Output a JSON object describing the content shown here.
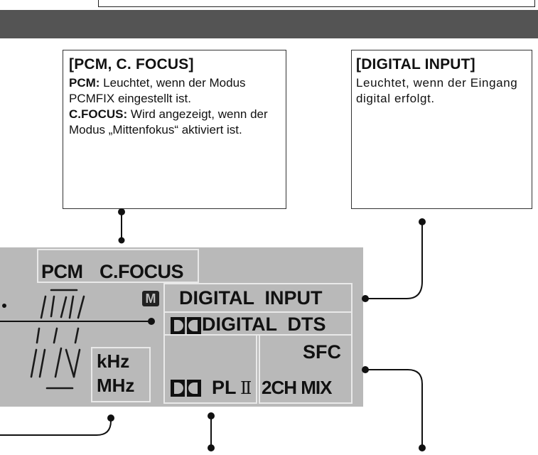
{
  "callout_pcm": {
    "title": "[PCM, C. FOCUS]",
    "pcm_label": "PCM:",
    "pcm_text": " Leuchtet, wenn der Modus PCMFIX eingestellt ist.",
    "cfocus_label": "C.FOCUS:",
    "cfocus_text": " Wird angezeigt, wenn der Modus „Mittenfokus“ aktiviert ist."
  },
  "callout_digital": {
    "title": "[DIGITAL INPUT]",
    "text": "Leuchtet, wenn der Eingang digital erfolgt."
  },
  "display": {
    "pcm": "PCM",
    "cfocus": "C.FOCUS",
    "m_badge": "M",
    "digital_input": "DIGITAL  INPUT",
    "digital_dts": "DIGITAL  DTS",
    "khz": "kHz",
    "mhz": "MHz",
    "pl": "PL",
    "pl_roman": "Ⅱ",
    "sfc": "SFC",
    "ch_mix": "2CH MIX"
  },
  "colors": {
    "band": "#545454",
    "panel": "#b9b9b9",
    "outline": "#e9e9e9"
  }
}
